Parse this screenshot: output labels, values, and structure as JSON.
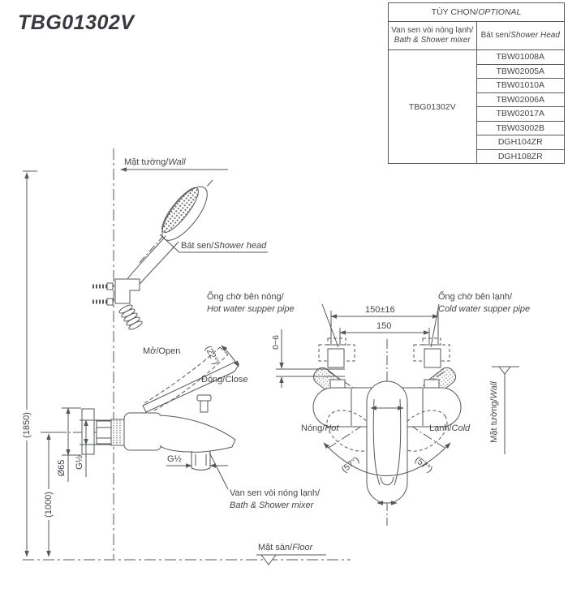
{
  "title": "TBG01302V",
  "table": {
    "header_vn": "TÙY CHỌN/",
    "header_en": "OPTIONAL",
    "col1_vn": "Van sen vòi nóng lạnh/",
    "col1_en": "Bath & Shower mixer",
    "col2_vn": "Bát sen/",
    "col2_en": "Shower Head",
    "product_code": "TBG01302V",
    "shower_heads": [
      "TBW01008A",
      "TBW02005A",
      "TBW01010A",
      "TBW02006A",
      "TBW02017A",
      "TBW03002B",
      "DGH104ZR",
      "DGH108ZR"
    ]
  },
  "labels": {
    "wall_top_vn": "Mặt tường/",
    "wall_top_en": "Wall",
    "shower_head_vn": "Bát sen/",
    "shower_head_en": "Shower head",
    "open": "Mở/Open",
    "close": "Đóng/Close",
    "angle22": "(22°)",
    "hot_pipe_vn": "Ống chờ bên nóng/",
    "hot_pipe_en": "Hot water supper pipe",
    "cold_pipe_vn": "Ống chờ bên lạnh/",
    "cold_pipe_en": "Cold water supper pipe",
    "hot_vn": "Nóng/",
    "hot_en": "Hot",
    "cold_vn": "Lạnh/",
    "cold_en": "Cold",
    "angle57_left": "(57°)",
    "angle57_right": "(57°)",
    "wall_right_vn": "Mặt tường/",
    "wall_right_en": "Wall",
    "mixer_vn": "Van sen vòi nóng lạnh/",
    "mixer_en": "Bath & Shower mixer",
    "floor_vn": "Mặt sàn/",
    "floor_en": "Floor"
  },
  "dimensions": {
    "height_total": "(1850)",
    "height_mixer": "(1000)",
    "flange": "Ø65",
    "thread_left": "G½",
    "thread_outlet": "G½",
    "pitch_tol": "150±16",
    "pitch": "150",
    "wall_gap": "0~6"
  },
  "colors": {
    "line": "#56575b",
    "text": "#45464b",
    "title": "#38393e"
  }
}
